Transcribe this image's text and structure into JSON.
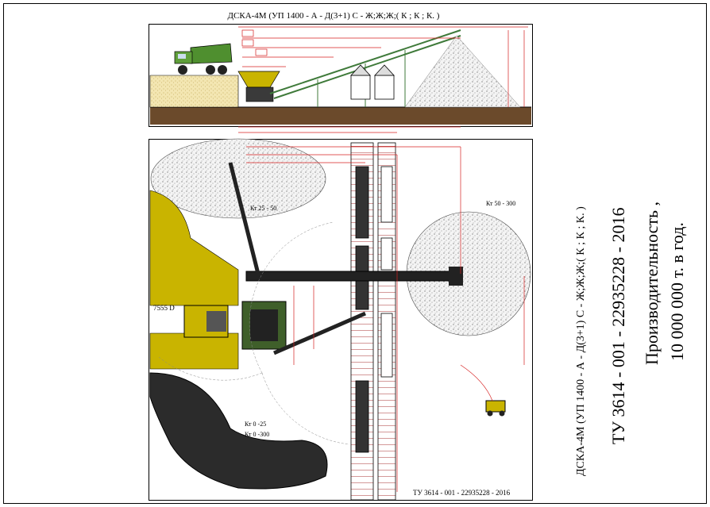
{
  "sheet": {
    "title_top": "ДСКА-4М (УП 1400 - А - Д(3+1) С - Ж;Ж;Ж;( К ; К ; К. )",
    "vertical_model": "ДСКА-4М (УП 1400 - А - Д(3+1) С - Ж;Ж;Ж;( К ; К ; К. )",
    "vertical_spec": "ТУ  3614 - 001 - 22935228 - 2016",
    "vertical_productivity_label": "Производительность ,",
    "vertical_productivity_value": "10  000  000   т.  в  год.",
    "bottom_code": "ТУ  3614 - 001 - 22935228 - 2016"
  },
  "plan_labels": {
    "fraction_25_50": "Кт 25 - 50",
    "fraction_50_300": "Кт 50 - 300",
    "fraction_0_25": "Кт 0 -25",
    "fraction_0_300": "Кт 0 -300",
    "equipment": "7555 D"
  },
  "colors": {
    "conveyor_green": "#3f7a3a",
    "dim_red": "#d62020",
    "truck_green": "#4f8f2f",
    "hopper_yellow": "#c9b400",
    "ground_sand": "#f3e6b2",
    "stockpile_gray": "#e8e8e8",
    "dark_pile": "#2b2b2b"
  }
}
